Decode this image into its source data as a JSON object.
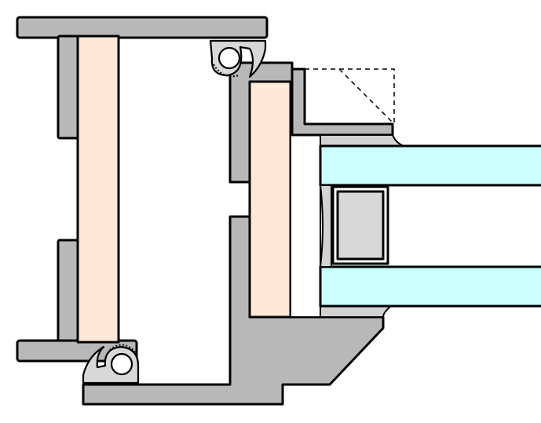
{
  "diagram": {
    "type": "window-frame-cross-section",
    "colors": {
      "frame_profile": "#b8b8b8",
      "insulation_core": "#ffe8d8",
      "glazing_pane": "#ccffff",
      "spacer_bar": "#d8d8d8",
      "bead_recess": "#d2d2d2",
      "gasket": "#d8d8d8",
      "outline": "#000000",
      "background": "#ffffff"
    },
    "parts": [
      "outer-frame",
      "sash",
      "glazing-bead",
      "glazing-unit",
      "spacer",
      "gasket-top",
      "gasket-bottom"
    ]
  }
}
